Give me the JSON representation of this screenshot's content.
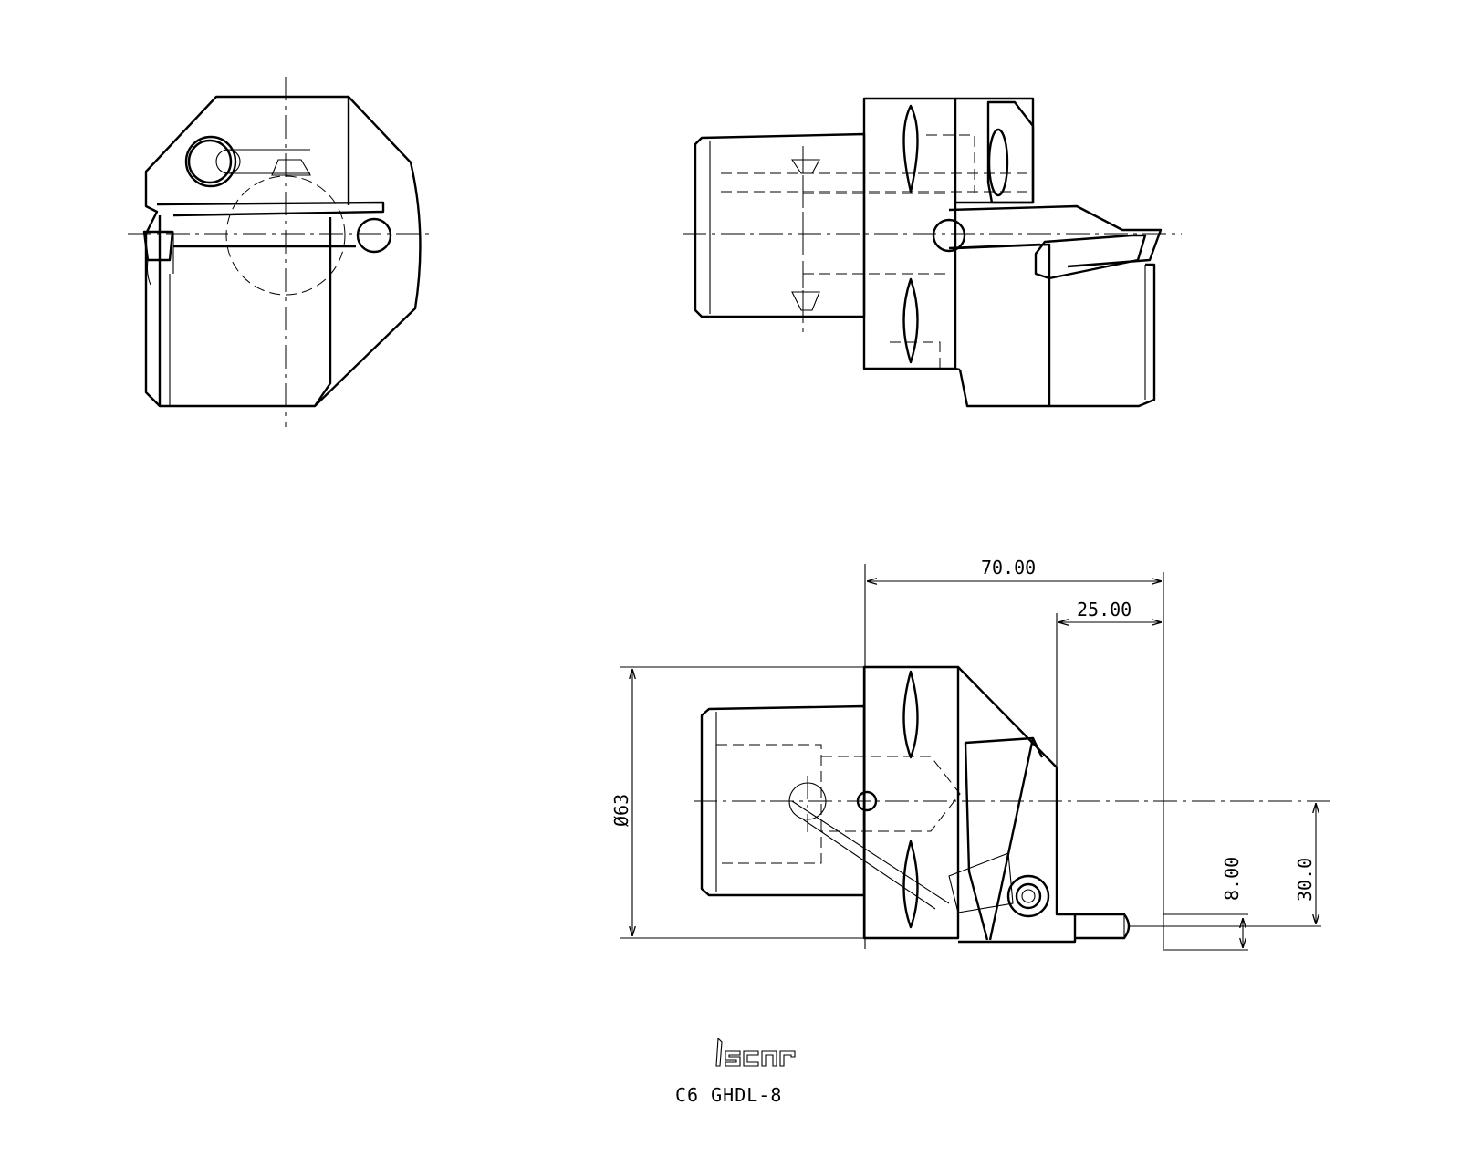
{
  "drawing": {
    "dimensions": {
      "length_total": "70.00",
      "length_head": "25.00",
      "diameter": "Ø63",
      "offset_8": "8.00",
      "offset_30": "30.0"
    },
    "logo_text": "iscar",
    "part_number": "C6 GHDL-8"
  }
}
